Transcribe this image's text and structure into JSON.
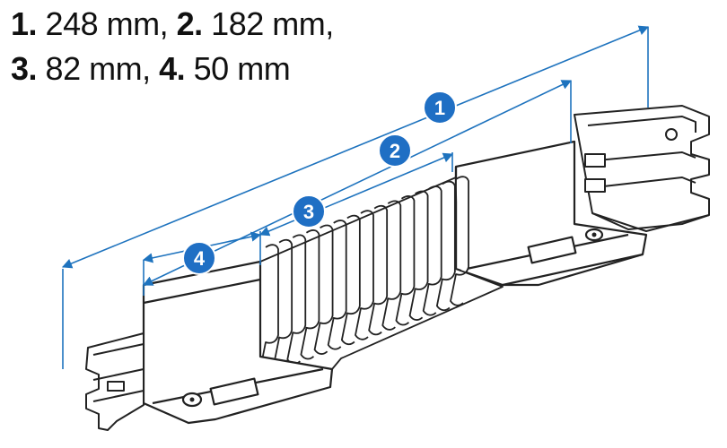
{
  "legend": {
    "items": [
      {
        "number": "1.",
        "value": "248 mm"
      },
      {
        "number": "2.",
        "value": "182 mm"
      },
      {
        "number": "3.",
        "value": "82 mm"
      },
      {
        "number": "4.",
        "value": "50 mm"
      }
    ],
    "separator": ","
  },
  "callouts": [
    {
      "label": "1",
      "dimension": "248 mm"
    },
    {
      "label": "2",
      "dimension": "182 mm"
    },
    {
      "label": "3",
      "dimension": "82 mm"
    },
    {
      "label": "4",
      "dimension": "50 mm"
    }
  ],
  "colors": {
    "dimension_line": "#1e73be",
    "badge_fill": "#1f6fc4",
    "badge_text": "#ffffff",
    "outline": "#222222",
    "legend_text": "#111111"
  },
  "icons": {
    "part": "flexible-track-connector-drawing"
  }
}
